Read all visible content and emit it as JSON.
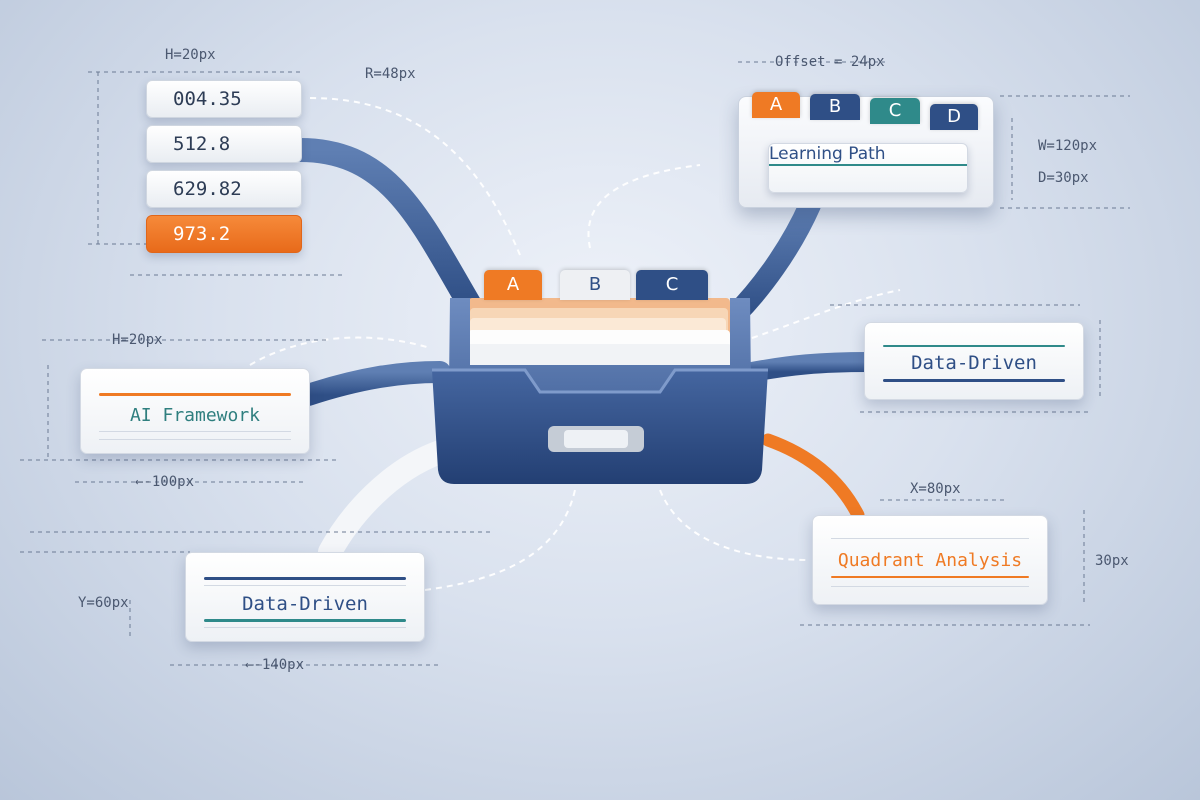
{
  "number_stack": {
    "height_label": "H=20px",
    "radius_label": "R=48px",
    "items": [
      "004.35",
      "512.8",
      "629.82",
      "973.2"
    ]
  },
  "cabinet": {
    "tabs": [
      "A",
      "B",
      "C"
    ]
  },
  "learning_path": {
    "offset_label": "Offset = 24px",
    "tabs": [
      "A",
      "B",
      "C",
      "D"
    ],
    "title": "Learning Path",
    "width_label": "W=120px",
    "depth_label": "D=30px"
  },
  "ai_framework": {
    "height_label": "H=20px",
    "title": "AI Framework",
    "width_label": "←-100px"
  },
  "data_driven_right": {
    "title": "Data-Driven"
  },
  "data_driven_bottom": {
    "y_label": "Y=60px",
    "title": "Data-Driven",
    "width_label": "←-140px"
  },
  "quadrant": {
    "x_label": "X=80px",
    "title": "Quadrant Analysis",
    "height_label": "30px"
  },
  "colors": {
    "navy": "#2f4f86",
    "orange": "#ef7a24",
    "teal": "#2f8a8a",
    "background": "#dfe6f1"
  }
}
